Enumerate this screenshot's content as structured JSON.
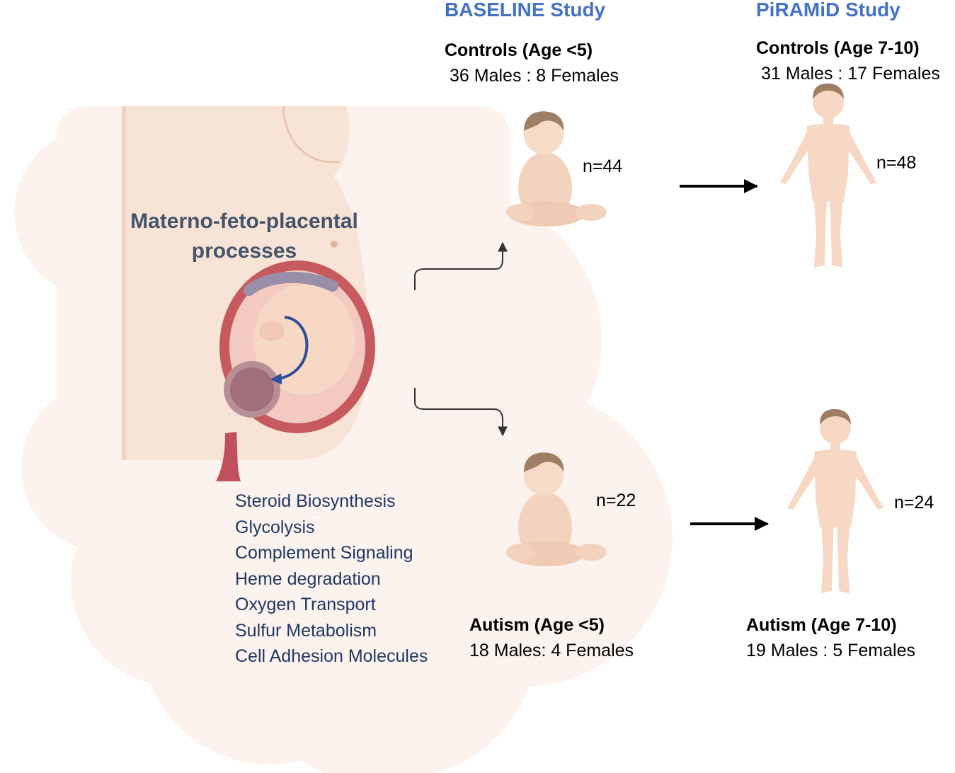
{
  "central": {
    "title_line1": "Materno-feto-placental",
    "title_line2": "processes",
    "processes": [
      "Steroid Biosynthesis",
      "Glycolysis",
      "Complement Signaling",
      "Heme degradation",
      "Oxygen Transport",
      "Sulfur Metabolism",
      "Cell Adhesion Molecules"
    ]
  },
  "baseline": {
    "study_title": "BASELINE Study",
    "controls": {
      "title": "Controls  (Age <5)",
      "ratio": "36 Males : 8 Females",
      "n": "n=44"
    },
    "autism": {
      "title": "Autism  (Age <5)",
      "ratio": "18 Males: 4 Females",
      "n": "n=22"
    }
  },
  "piramid": {
    "study_title": "PiRAMiD Study",
    "controls": {
      "title": "Controls  (Age 7-10)",
      "ratio": "31 Males : 17 Females",
      "n": "n=48"
    },
    "autism": {
      "title": "Autism  (Age 7-10)",
      "ratio": "19 Males : 5 Females",
      "n": "n=24"
    }
  },
  "colors": {
    "study_title": "#4472c4",
    "central_title": "#44546a",
    "process_text": "#1f3864",
    "cloud": "#fdf3ee",
    "skin": "#f6d8c4",
    "rotation_arrow": "#2f4f9a"
  },
  "icons": [
    "cloud-background",
    "pregnant-torso",
    "uterus-fetus",
    "rotation-arrow",
    "baby-icon",
    "child-icon",
    "flow-arrow"
  ]
}
